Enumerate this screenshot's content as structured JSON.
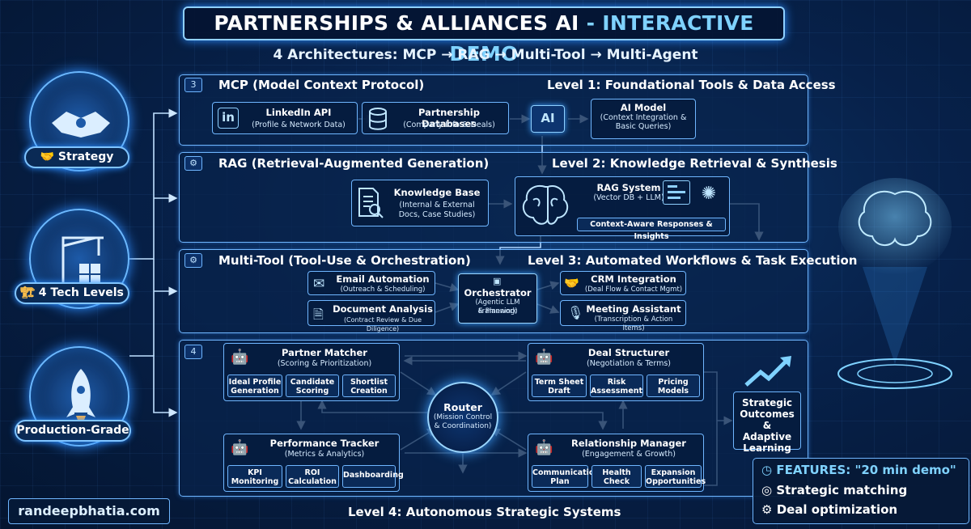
{
  "header": {
    "title_part1": "PARTNERSHIPS & ALLIANCES AI",
    "title_part2": "- INTERACTIVE DEMO",
    "subtitle": "4 Architectures: MCP → RAG → Multi-Tool → Multi-Agent"
  },
  "left": {
    "strategy": "Strategy",
    "tech_levels": "4 Tech Levels",
    "production": "Production-Grade",
    "website": "randeepbhatia.com"
  },
  "level1": {
    "badge": "3",
    "title": "MCP (Model Context Protocol)",
    "level": "Level 1: Foundational Tools & Data Access",
    "linkedin": {
      "icon": "in",
      "title": "LinkedIn API",
      "sub": "(Profile & Network Data)"
    },
    "db": {
      "title": "Partnership Databases",
      "sub": "(Company Info & Deals)"
    },
    "chip": "AI",
    "model": {
      "title": "AI Model",
      "sub1": "(Context Integration &",
      "sub2": "Basic Queries)"
    }
  },
  "level2": {
    "badge": "⚙",
    "title": "RAG (Retrieval-Augmented Generation)",
    "level": "Level 2: Knowledge Retrieval & Synthesis",
    "kb": {
      "title": "Knowledge Base",
      "sub1": "(Internal & External",
      "sub2": "Docs, Case Studies)"
    },
    "rag": {
      "title": "RAG System",
      "sub": "(Vector DB + LLM)",
      "responses": "Context-Aware Responses & Insights"
    }
  },
  "level3": {
    "badge": "⚙",
    "title": "Multi-Tool (Tool-Use & Orchestration)",
    "level": "Level 3: Automated Workflows & Task Execution",
    "email": {
      "title": "Email Automation",
      "sub": "(Outreach & Scheduling)"
    },
    "doc": {
      "title": "Document Analysis",
      "sub": "(Contract Review & Due Diligence)"
    },
    "orch": {
      "title": "Orchestrator",
      "sub1": "(Agentic LLM Framework",
      "sub2": "& Planning)"
    },
    "crm": {
      "title": "CRM Integration",
      "sub": "(Deal Flow & Contact Mgmt)"
    },
    "meeting": {
      "title": "Meeting Assistant",
      "sub": "(Transcription & Action Items)"
    }
  },
  "level4": {
    "badge": "4",
    "level": "Level 4: Autonomous Strategic Systems",
    "matcher": {
      "title": "Partner Matcher",
      "sub": "(Scoring & Prioritization)",
      "items": [
        "Ideal Profile Generation",
        "Candidate Scoring",
        "Shortlist Creation"
      ]
    },
    "structurer": {
      "title": "Deal Structurer",
      "sub": "(Negotiation & Terms)",
      "items": [
        "Term Sheet Draft",
        "Risk Assessment",
        "Pricing Models"
      ]
    },
    "tracker": {
      "title": "Performance Tracker",
      "sub": "(Metrics & Analytics)",
      "items": [
        "KPI Monitoring",
        "ROI Calculation",
        "Dashboarding"
      ]
    },
    "relationship": {
      "title": "Relationship Manager",
      "sub": "(Engagement & Growth)",
      "items": [
        "Communication Plan",
        "Health Check",
        "Expansion Opportunities"
      ]
    },
    "router": {
      "title": "Router",
      "sub1": "(Mission Control",
      "sub2": "& Coordination)"
    },
    "outcomes": [
      "Strategic",
      "Outcomes &",
      "Adaptive",
      "Learning"
    ]
  },
  "features": {
    "title": "FEATURES: \"20 min demo\"",
    "items": [
      "Strategic matching",
      "Deal optimization"
    ]
  },
  "colors": {
    "accent": "#6fb6ff",
    "title_accent": "#7fd2ff",
    "background": "#061a36"
  }
}
